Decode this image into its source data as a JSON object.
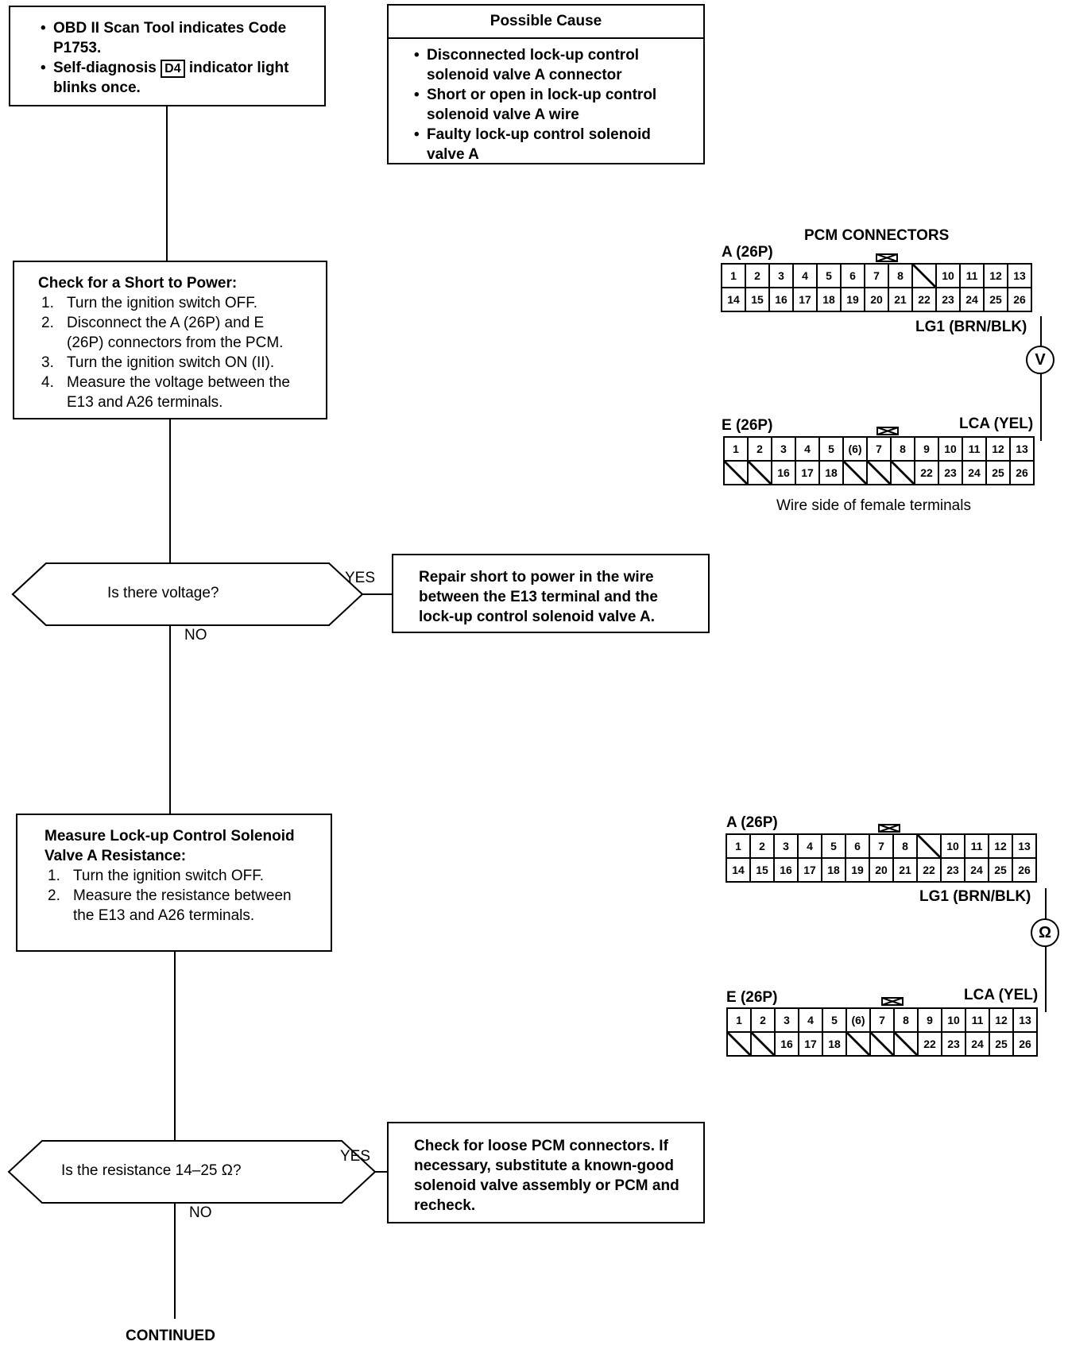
{
  "start": {
    "items": [
      "OBD II Scan Tool indicates Code P1753.",
      "Self-diagnosis",
      "indicator light blinks once."
    ],
    "d4_label": "D4"
  },
  "cause": {
    "title": "Possible Cause",
    "items": [
      "Disconnected lock-up control solenoid valve A connector",
      "Short or open in lock-up control solenoid valve A wire",
      "Faulty lock-up control solenoid valve A"
    ]
  },
  "short_check": {
    "title": "Check for a Short to Power:",
    "steps": [
      {
        "n": "1.",
        "text": "Turn the ignition switch OFF."
      },
      {
        "n": "2.",
        "text": "Disconnect the A (26P) and E (26P) connectors from the PCM."
      },
      {
        "n": "3.",
        "text": "Turn the ignition switch ON (II)."
      },
      {
        "n": "4.",
        "text": "Measure the voltage between the E13 and A26 terminals."
      }
    ]
  },
  "q_voltage": {
    "text": "Is there voltage?",
    "yes": "YES",
    "no": "NO"
  },
  "repair_short": {
    "text": "Repair short to power in the wire between the E13 terminal and the lock-up control solenoid valve A."
  },
  "resistance_check": {
    "title": "Measure Lock-up Control Solenoid Valve A Resistance:",
    "steps": [
      {
        "n": "1.",
        "text": "Turn the ignition switch OFF."
      },
      {
        "n": "2.",
        "text": "Measure the resistance between the E13 and A26 terminals."
      }
    ]
  },
  "q_resistance": {
    "text": "Is the resistance 14–25 Ω?",
    "yes": "YES",
    "no": "NO"
  },
  "loose_check": {
    "text": "Check for loose PCM connectors. If necessary, substitute a known-good solenoid valve assembly or PCM and recheck."
  },
  "continued": "CONTINUED",
  "diagram": {
    "title": "PCM CONNECTORS",
    "a_label": "A (26P)",
    "e_label": "E (26P)",
    "lg1": "LG1 (BRN/BLK)",
    "lca": "LCA (YEL)",
    "caption": "Wire side of female terminals",
    "volt_symbol": "V",
    "ohm_symbol": "Ω",
    "a_top": [
      "1",
      "2",
      "3",
      "4",
      "5",
      "6",
      "7",
      "8",
      "/",
      "10",
      "11",
      "12",
      "13"
    ],
    "a_bot": [
      "14",
      "15",
      "16",
      "17",
      "18",
      "19",
      "20",
      "21",
      "22",
      "23",
      "24",
      "25",
      "26"
    ],
    "e_top": [
      "1",
      "2",
      "3",
      "4",
      "5",
      "(6)",
      "7",
      "8",
      "9",
      "10",
      "11",
      "12",
      "13"
    ],
    "e_bot": [
      "/",
      "/",
      "16",
      "17",
      "18",
      "/",
      "/",
      "/",
      "22",
      "23",
      "24",
      "25",
      "26"
    ]
  }
}
